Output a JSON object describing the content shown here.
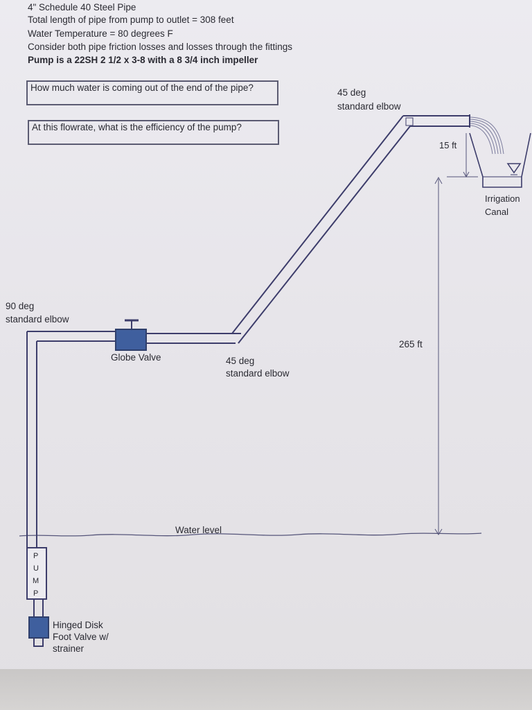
{
  "header": {
    "line1": "4\" Schedule 40 Steel Pipe",
    "line2": "Total length of pipe from pump to outlet = 308 feet",
    "line3": "Water Temperature = 80 degrees F",
    "line4": "Consider both pipe friction losses and losses through the fittings",
    "line5": "Pump is a 22SH  2 1/2 x 3-8 with a 8 3/4 inch impeller"
  },
  "questions": {
    "q1": "How much water is coming out of the end of the pipe?",
    "q2": "At this flowrate, what is the efficiency of the pump?"
  },
  "labels": {
    "top_elbow_1": "45 deg",
    "top_elbow_2": "standard elbow",
    "height_outlet": "15 ft",
    "canal_1": "Irrigation",
    "canal_2": "Canal",
    "left_elbow_1": "90 deg",
    "left_elbow_2": "standard elbow",
    "globe_valve": "Globe Valve",
    "lower_elbow_1": "45 deg",
    "lower_elbow_2": "standard elbow",
    "height_lift": "265 ft",
    "water_level": "Water level",
    "pump_letters": [
      "P",
      "U",
      "M",
      "P"
    ],
    "foot_valve_1": "Hinged Disk",
    "foot_valve_2": "Foot Valve w/",
    "foot_valve_3": "strainer"
  },
  "colors": {
    "pipe": "#3d3d6b",
    "fitting_fill": "#3f5f9e",
    "line": "#55557a",
    "ink": "#2a2a32"
  }
}
